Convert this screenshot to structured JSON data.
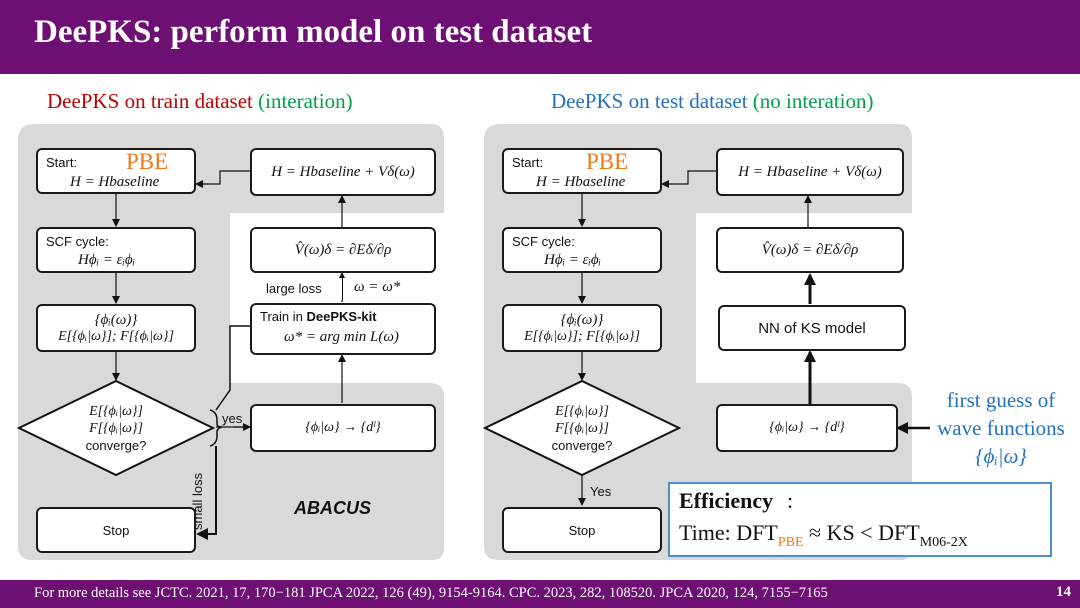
{
  "slide": {
    "title": "DeePKS: perform model on test dataset",
    "page_number": "14",
    "footer": "For more details see JCTC. 2021, 17, 170−181  JPCA 2022, 126 (49), 9154-9164.  CPC. 2023, 282, 108520. JPCA 2020, 124, 7155−7165"
  },
  "left": {
    "heading_main": "DeePKS on train dataset ",
    "heading_paren": "(interation)",
    "start_label": "Start:",
    "start_pbe": "PBE",
    "start_eq": "H = Hbaseline",
    "scf_label": "SCF cycle:",
    "scf_eq": "Hϕᵢ = εᵢϕᵢ",
    "phi_line1": "{ϕᵢ(ω)}",
    "phi_line2": "E[{ϕᵢ|ω}]; F[{ϕᵢ|ω}]",
    "diamond_line1": "E[{ϕᵢ|ω}]",
    "diamond_line2": "F[{ϕᵢ|ω}]",
    "diamond_line3": "converge?",
    "yes": "yes",
    "small_loss": "small loss",
    "stop": "Stop",
    "abacus": "ABACUS",
    "top_right_eq": "H = Hbaseline + Vδ(ω)",
    "grad_eq": "V̂(ω)δ = ∂Eδ/∂ρ",
    "large_loss": "large loss",
    "omega_eq": "ω = ω*",
    "train_label": "Train in ",
    "train_bold": "DeePKS-kit",
    "train_eq": "ω* = arg min L(ω)",
    "map_eq": "{ϕᵢ|ω} → {dˡ}"
  },
  "right": {
    "heading_main": "DeePKS on test dataset  ",
    "heading_paren": "(no interation)",
    "start_label": "Start:",
    "start_pbe": "PBE",
    "start_eq": "H = Hbaseline",
    "scf_label": "SCF cycle:",
    "scf_eq": "Hϕᵢ = εᵢϕᵢ",
    "phi_line1": "{ϕᵢ(ω)}",
    "phi_line2": "E[{ϕᵢ|ω}]; F[{ϕᵢ|ω}]",
    "diamond_line1": "E[{ϕᵢ|ω}]",
    "diamond_line2": "F[{ϕᵢ|ω}]",
    "diamond_line3": "converge?",
    "yes": "Yes",
    "stop": "Stop",
    "top_right_eq": "H = Hbaseline + Vδ(ω)",
    "grad_eq": "V̂(ω)δ = ∂Eδ/∂ρ",
    "nn_label": "NN of KS model",
    "map_eq": "{ϕᵢ|ω} → {dˡ}"
  },
  "annotation": {
    "line1": "first guess of",
    "line2": "wave functions",
    "line3": "{ϕᵢ|ω}"
  },
  "efficiency": {
    "title": "Efficiency",
    "colon": ":",
    "time_prefix": "Time: DFT",
    "sub_pbe": "PBE",
    "middle": " ≈ KS < DFT",
    "sub_m06": "M06-2X"
  },
  "colors": {
    "title_bar": "#6e0f74",
    "train_heading": "#c00000",
    "interation": "#00a050",
    "test_heading": "#2270c0",
    "pbe": "#f07818",
    "annotation": "#2270c0",
    "panel_gray": "#d9d9d9"
  }
}
